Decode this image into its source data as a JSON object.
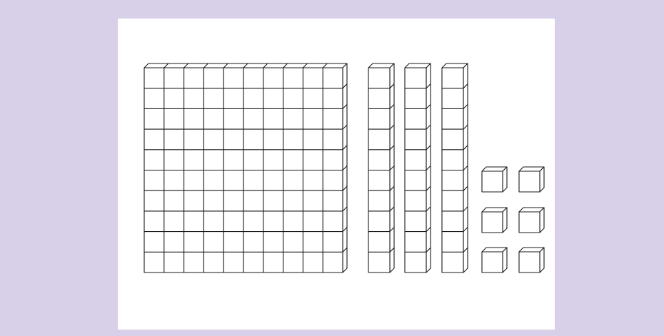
{
  "diagram": {
    "subject": "base-ten blocks",
    "hundreds_flats": 1,
    "tens_rods": 3,
    "ones_units": 6,
    "flat_grid": [
      10,
      10
    ],
    "rod_length": 10,
    "units_layout": [
      3,
      2
    ],
    "colors": {
      "background": "#d8d0e8",
      "slide": "#ffffff",
      "stroke": "#1a1a1a",
      "fill": "#ffffff"
    }
  }
}
